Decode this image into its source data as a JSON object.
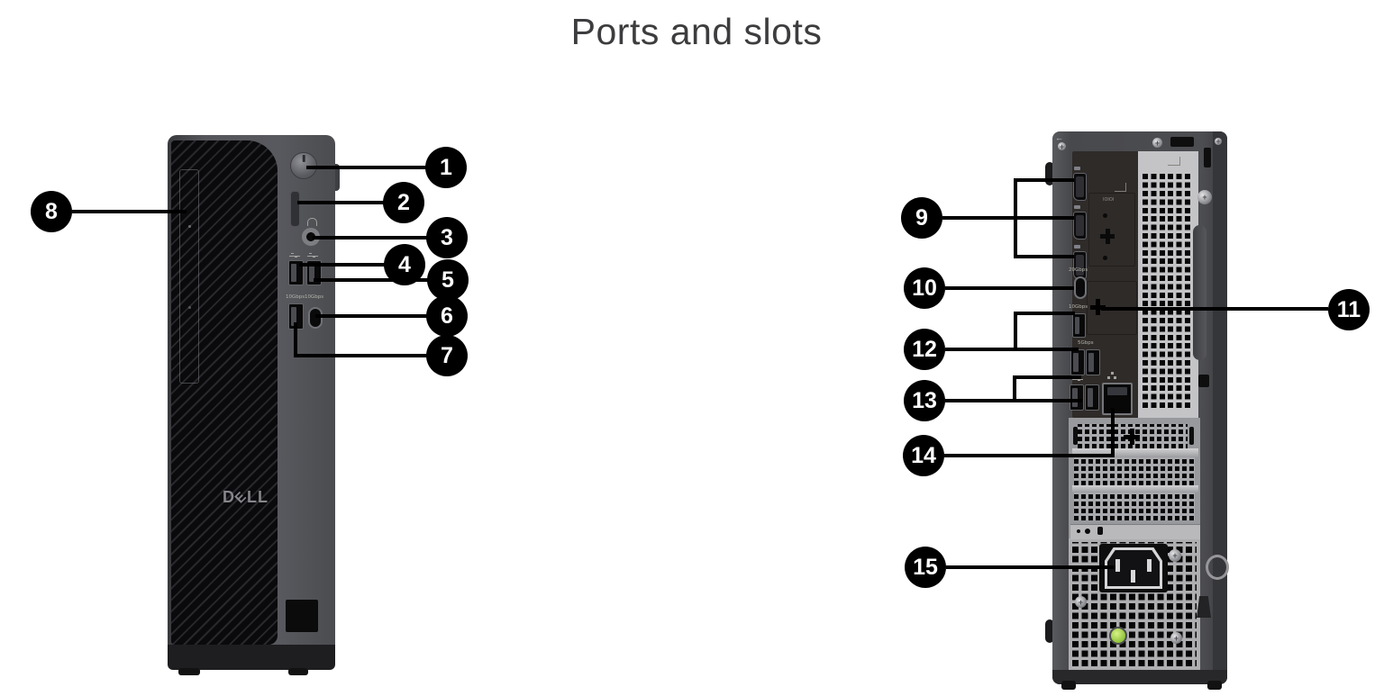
{
  "title": "Ports and slots",
  "brand": {
    "l1": "D",
    "l2": "E",
    "l3": "L",
    "l4": "L"
  },
  "icons": {
    "latch_arrow": "←"
  },
  "callouts": {
    "c1": {
      "number": "1",
      "target": "power-button"
    },
    "c2": {
      "number": "2",
      "target": "sd-card-slot"
    },
    "c3": {
      "number": "3",
      "target": "headset-jack"
    },
    "c4": {
      "number": "4",
      "target": "front-usb-a-port-1"
    },
    "c5": {
      "number": "5",
      "target": "front-usb-a-port-2"
    },
    "c6": {
      "number": "6",
      "target": "front-usb-c-port"
    },
    "c7": {
      "number": "7",
      "target": "front-usb-a-port-3"
    },
    "c8": {
      "number": "8",
      "target": "optical-drive-bay"
    },
    "c9": {
      "number": "9",
      "target": "displayports"
    },
    "c10": {
      "number": "10",
      "target": "rear-usb-c-20gbps-port"
    },
    "c11": {
      "number": "11",
      "target": "optional-port-knockout"
    },
    "c12": {
      "number": "12",
      "target": "rear-usb-a-ports"
    },
    "c13": {
      "number": "13",
      "target": "rear-usb-2.0-ports"
    },
    "c14": {
      "number": "14",
      "target": "ethernet-port"
    },
    "c15": {
      "number": "15",
      "target": "power-connector-port"
    }
  },
  "port_labels": {
    "front_usb_left": "10Gbps",
    "front_usb_right": "10Gbps",
    "rear_usb_c": "20Gbps",
    "rear_usb_10": "10Gbps",
    "rear_usb_5": "5Gbps",
    "serial_knockout": "IOIOI"
  },
  "colors": {
    "callout": "#000000",
    "led_green": "#97c93d",
    "front_chassis": "#55565b",
    "back_chassis": "#4c4d51"
  }
}
